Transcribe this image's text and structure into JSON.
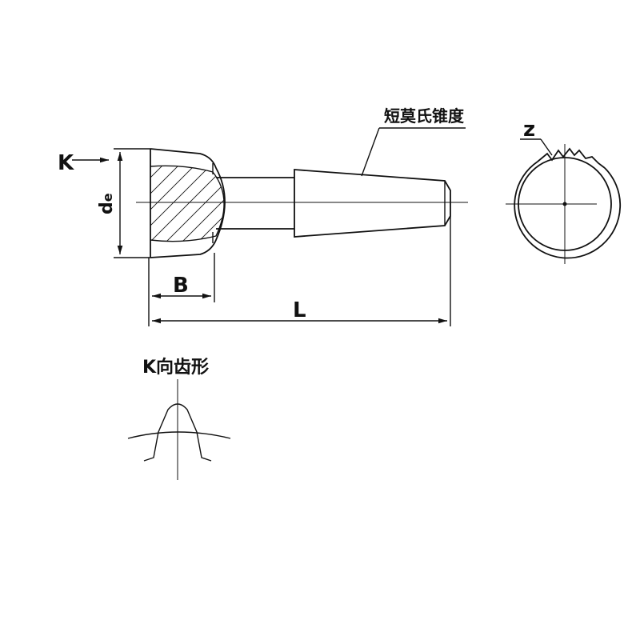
{
  "labels": {
    "k_arrow": "K",
    "diameter": "d",
    "diameter_sub": "e",
    "width": "B",
    "length": "L",
    "taper_note": "短莫氏锥度",
    "teeth": "z",
    "tooth_profile_title": "K向齿形"
  }
}
